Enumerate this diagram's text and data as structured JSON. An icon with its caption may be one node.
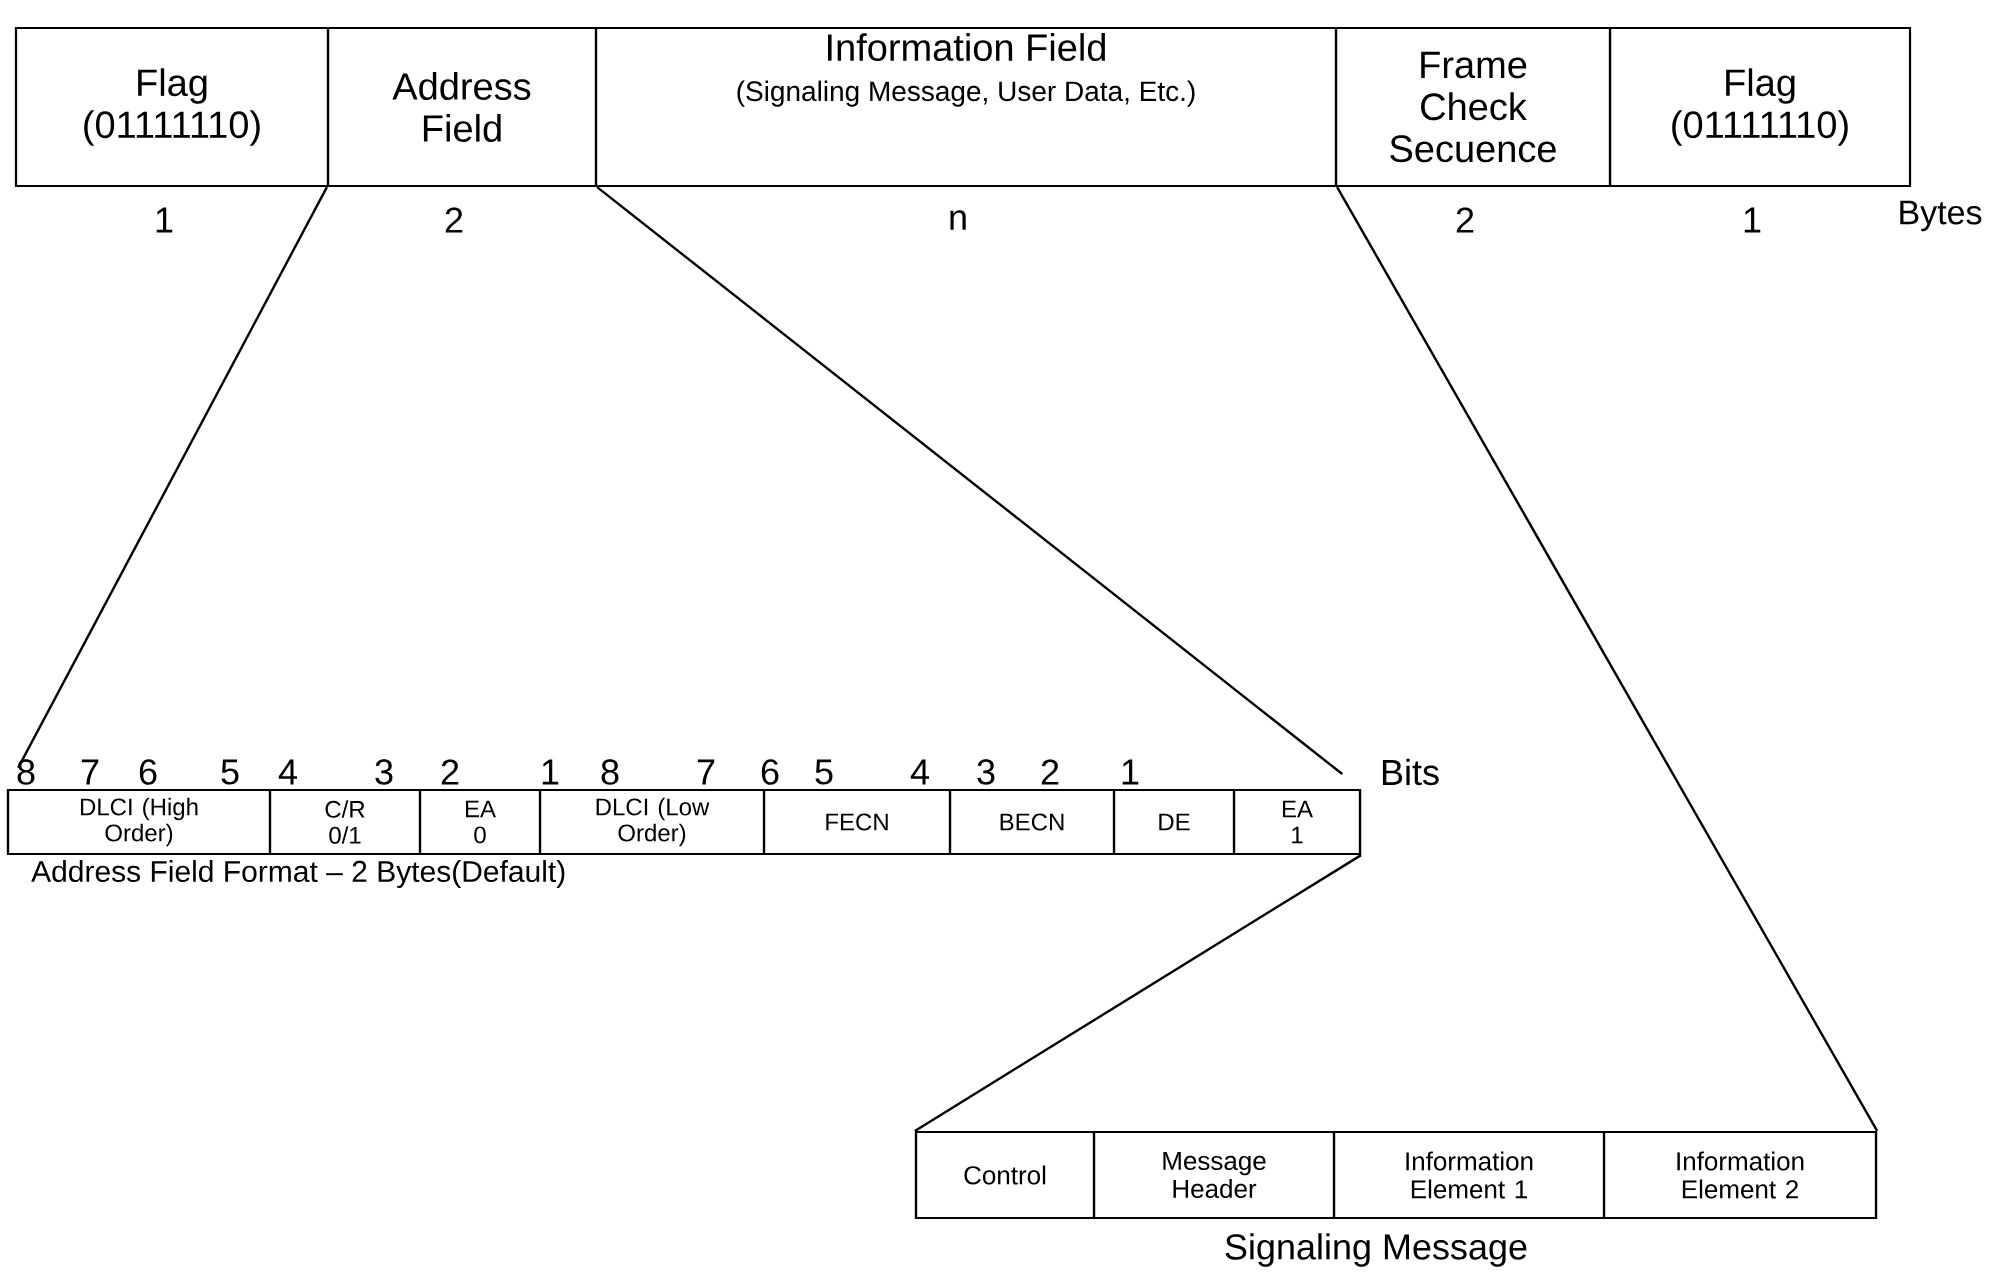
{
  "diagram": {
    "nodes": [
      {
        "text": [
          "Flag (01111110)"
        ],
        "beside": [
          "1"
        ]
      },
      {
        "text": [
          "Address Field"
        ],
        "beside": [
          "2"
        ]
      },
      {
        "text": [
          "Information Field",
          "(Signaling Message, User Data, Etc.)"
        ],
        "beside": [
          "n"
        ]
      },
      {
        "text": [
          "Frame Check Secuence"
        ],
        "beside": [
          "2"
        ]
      },
      {
        "text": [
          "Flag (01111110)"
        ],
        "beside": [
          "1"
        ]
      },
      {
        "text": [
          "Address Field Format – 2 Bytes(Default)"
        ]
      },
      {
        "text": [
          "DLCI (High Order)"
        ],
        "in": 5
      },
      {
        "text": [
          "C/R 0/1"
        ],
        "in": 5
      },
      {
        "text": [
          "EA 0"
        ],
        "in": 5
      },
      {
        "text": [
          "DLCI (Low Order)"
        ],
        "in": 5
      },
      {
        "text": [
          "FECN"
        ],
        "in": 5
      },
      {
        "text": [
          "BECN"
        ],
        "in": 5
      },
      {
        "text": [
          "DE"
        ],
        "in": 5
      },
      {
        "text": [
          "EA 1"
        ],
        "in": 5
      },
      {
        "text": [
          "Signaling Message"
        ]
      },
      {
        "text": [
          "Control"
        ],
        "in": 14
      },
      {
        "text": [
          "Message Header"
        ],
        "in": 14
      },
      {
        "text": [
          "Information Element 1"
        ],
        "in": 14
      },
      {
        "text": [
          "Information Element 2"
        ],
        "in": 14
      }
    ],
    "edges": [
      {
        "from": 1,
        "to": 5,
        "arrow": "none"
      },
      {
        "from": 1,
        "to": 5,
        "arrow": "none"
      },
      {
        "from": 5,
        "to": 14,
        "arrow": "none"
      },
      {
        "from": 2,
        "to": 14,
        "arrow": "none"
      }
    ],
    "labels": [
      "Bytes",
      "8",
      "7",
      "6",
      "5",
      "4",
      "3",
      "2",
      "1",
      "8",
      "7",
      "6",
      "5",
      "4",
      "3",
      "2",
      "1",
      "Bits"
    ]
  }
}
